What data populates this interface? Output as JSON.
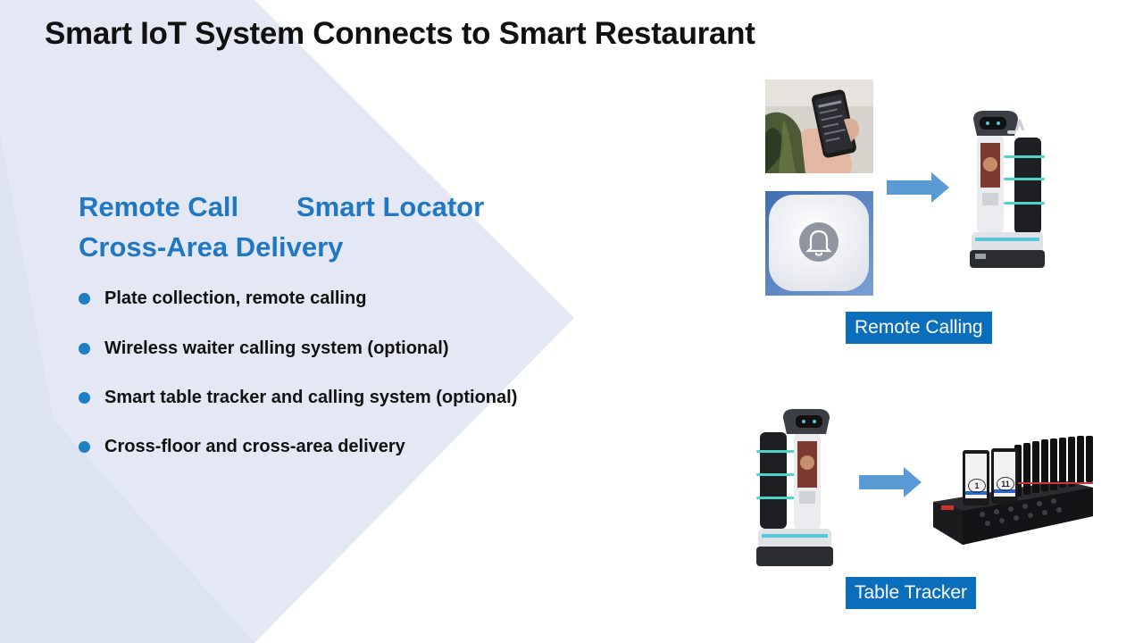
{
  "slide": {
    "title": "Smart IoT System Connects to Smart Restaurant",
    "headings": {
      "remote_call": "Remote Call",
      "smart_locator": "Smart Locator",
      "cross_area": "Cross-Area Delivery"
    },
    "bullets": [
      "Plate collection, remote calling",
      "Wireless waiter calling system (optional)",
      "Smart table tracker and calling system (optional)",
      "Cross-floor and cross-area delivery"
    ],
    "captions": {
      "remote_calling": "Remote Calling",
      "table_tracker": "Table Tracker"
    },
    "tracker_numbers": [
      "1",
      "11"
    ]
  },
  "colors": {
    "accent_blue": "#1f78c1",
    "badge_blue": "#0b6ebd",
    "chevron_bg": "#e4e8f4",
    "arrow_blue": "#5b9bd5"
  },
  "icons": {
    "arrow": "arrow-right-icon",
    "bell": "bell-icon"
  }
}
